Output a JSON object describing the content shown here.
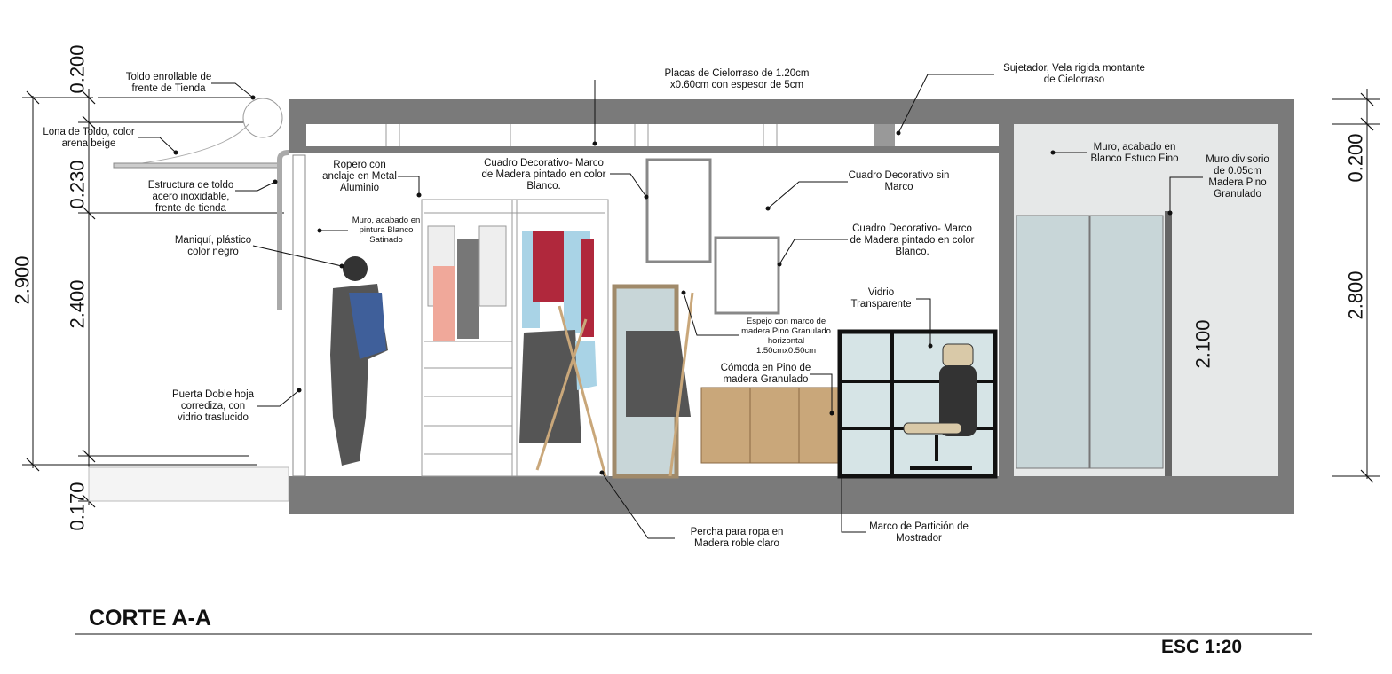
{
  "drawing": {
    "title": "CORTE A-A",
    "scale": "ESC 1:20",
    "dimensions": {
      "left_total": "2.900",
      "left_top": "0.200",
      "left_awning": "0.230",
      "left_height": "2.400",
      "left_floor": "0.170",
      "right_top": "0.200",
      "right_height": "2.800",
      "inner_height": "2.100"
    },
    "labels": {
      "toldo": "Toldo enrollable de\nfrente de Tienda",
      "lona": "Lona de Toldo, color\narena beige",
      "estructura": "Estructura de toldo\nacero inoxidable,\nfrente de tienda",
      "maniqui": "Maniquí, plástico\ncolor negro",
      "puerta": "Puerta Doble hoja\ncorrediza, con\nvidrio traslucido",
      "ropero": "Ropero con\nanclaje en Metal\nAluminio",
      "muro_satinado": "Muro, acabado en\npintura Blanco\nSatinado",
      "placas": "Placas de Cielorraso de 1.20cm\nx0.60cm con espesor de 5cm",
      "sujetador": "Sujetador, Vela rigida montante\nde   Cielorraso",
      "cuadro_marco_1": "Cuadro Decorativo- Marco\nde Madera pintado en color\nBlanco.",
      "cuadro_sin_marco": "Cuadro Decorativo sin\nMarco",
      "cuadro_marco_2": "Cuadro Decorativo- Marco\nde Madera pintado en color\nBlanco.",
      "espejo": "Espejo con marco de\nmadera Pino Granulado\nhorizontal\n1.50cmx0.50cm",
      "comoda": "Cómoda en Pino de\nmadera Granulado",
      "vidrio": "Vidrio\nTransparente",
      "muro_estuco": "Muro, acabado en\nBlanco Estuco Fino",
      "muro_divisorio": "Muro divisorio\nde 0.05cm\nMadera  Pino\nGranulado",
      "percha": "Percha para ropa en\nMadera roble claro",
      "marco_particion": "Marco de Partición de\nMostrador"
    },
    "colors": {
      "structure": "#7a7a7a",
      "wood": "#c9a77a",
      "glass": "#c8d6d8",
      "wall_stucco": "#e6e8e8"
    }
  }
}
